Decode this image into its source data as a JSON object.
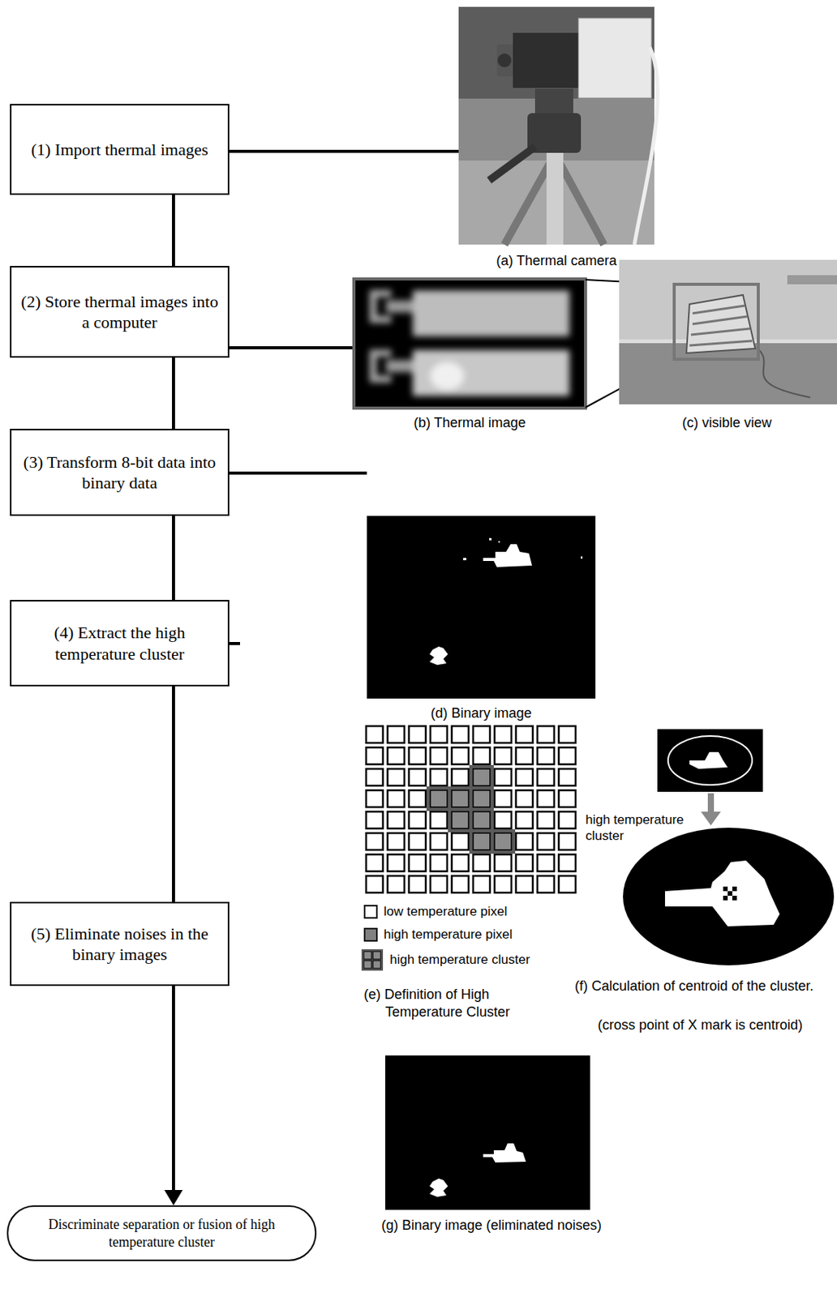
{
  "diagram": {
    "nodes": [
      {
        "text": [
          "(1) Import thermal images"
        ]
      },
      {
        "text": [
          "(2) Store thermal images into a computer"
        ]
      },
      {
        "text": [
          "(3) Transform 8-bit data into binary data"
        ]
      },
      {
        "text": [
          "(4) Extract the high temperature cluster"
        ]
      },
      {
        "text": [
          "(5) Eliminate noises in the binary images"
        ]
      },
      {
        "text": [
          "Discriminate separation or fusion of high temperature cluster"
        ]
      }
    ],
    "edges": [
      {
        "from": 0,
        "to": 1,
        "arrow": "none"
      },
      {
        "from": 1,
        "to": 2,
        "arrow": "none"
      },
      {
        "from": 2,
        "to": 3,
        "arrow": "none"
      },
      {
        "from": 3,
        "to": 4,
        "arrow": "none"
      },
      {
        "from": 4,
        "to": 5,
        "arrow": "to"
      }
    ],
    "labels": [
      "(a) Thermal camera",
      "(b) Thermal image",
      "(c) visible view",
      "(d) Binary image",
      "high temperature cluster",
      "(e) Definition of High Temperature Cluster",
      "(f) Calculation of centroid of the cluster.",
      "(cross point of X mark is centroid)",
      "(g) Binary image (eliminated noises)"
    ],
    "legend": [
      {
        "text": "low temperature pixel",
        "color": "#ffffff"
      },
      {
        "text": "high temperature pixel",
        "color": "#808080"
      },
      {
        "text": "high temperature cluster"
      }
    ]
  }
}
